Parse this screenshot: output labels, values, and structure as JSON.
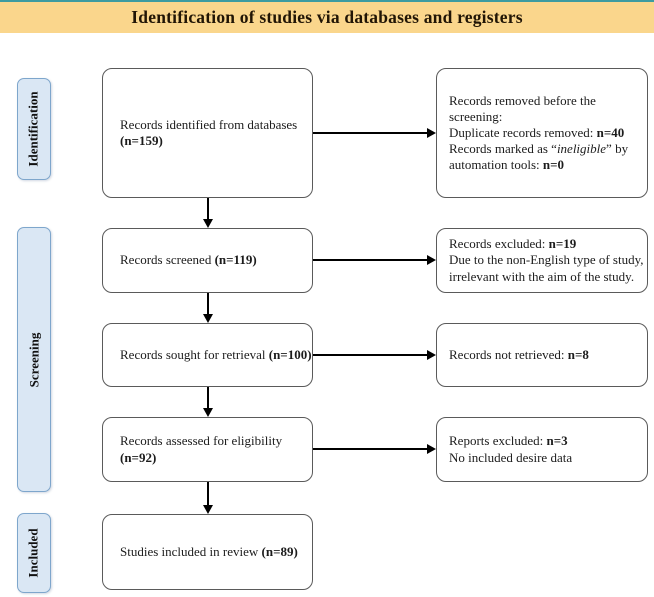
{
  "meta": {
    "header_title": "Identification of studies via databases and registers"
  },
  "colors": {
    "top_line": "#3d9ba0",
    "header_bg": "#fad68c",
    "header_text": "#211505",
    "sidebar_bg": "#dae7f4",
    "sidebar_border": "#7ea6cc",
    "sidebar_text": "#101010",
    "box_border": "#5a5a5a",
    "box_text": "#1c1c1c",
    "arrow": "#000000"
  },
  "sidebar": {
    "items": [
      "Identification",
      "Screening",
      "Included"
    ]
  },
  "boxes": {
    "records_identified": {
      "lines": [
        [
          {
            "t": "Records identified from databases"
          }
        ],
        [
          {
            "t": "(n=159)",
            "b": true
          }
        ]
      ]
    },
    "records_removed": {
      "lines": [
        [
          {
            "t": "Records removed before the"
          }
        ],
        [
          {
            "t": "screening:"
          }
        ],
        [
          {
            "t": "Duplicate records removed: "
          },
          {
            "t": "n=40",
            "b": true
          }
        ],
        [
          {
            "t": "Records marked as “"
          },
          {
            "t": "ineligible",
            "i": true
          },
          {
            "t": "” by"
          }
        ],
        [
          {
            "t": "automation tools: "
          },
          {
            "t": "n=0",
            "b": true
          }
        ]
      ]
    },
    "records_screened": {
      "lines": [
        [
          {
            "t": "Records screened "
          },
          {
            "t": "(n=119)",
            "b": true
          }
        ]
      ]
    },
    "records_excluded": {
      "lines": [
        [
          {
            "t": "Records excluded: "
          },
          {
            "t": "n=19",
            "b": true
          }
        ],
        [
          {
            "t": "Due to the non-English type of study,"
          }
        ],
        [
          {
            "t": "irrelevant with the aim of the study."
          }
        ]
      ]
    },
    "records_sought": {
      "lines": [
        [
          {
            "t": "Records sought for retrieval "
          },
          {
            "t": "(n=100)",
            "b": true
          }
        ]
      ]
    },
    "records_not_retrieved": {
      "lines": [
        [
          {
            "t": "Records not retrieved: "
          },
          {
            "t": "n=8",
            "b": true
          }
        ]
      ]
    },
    "records_assessed": {
      "lines": [
        [
          {
            "t": "Records assessed for eligibility"
          }
        ],
        [
          {
            "t": "(n=92)",
            "b": true
          }
        ]
      ]
    },
    "reports_excluded": {
      "lines": [
        [
          {
            "t": "Reports excluded: "
          },
          {
            "t": "n=3",
            "b": true
          }
        ],
        [
          {
            "t": "No included desire data"
          }
        ]
      ]
    },
    "studies_included": {
      "lines": [
        [
          {
            "t": "Studies included in review "
          },
          {
            "t": "(n=89)",
            "b": true
          }
        ]
      ]
    }
  }
}
